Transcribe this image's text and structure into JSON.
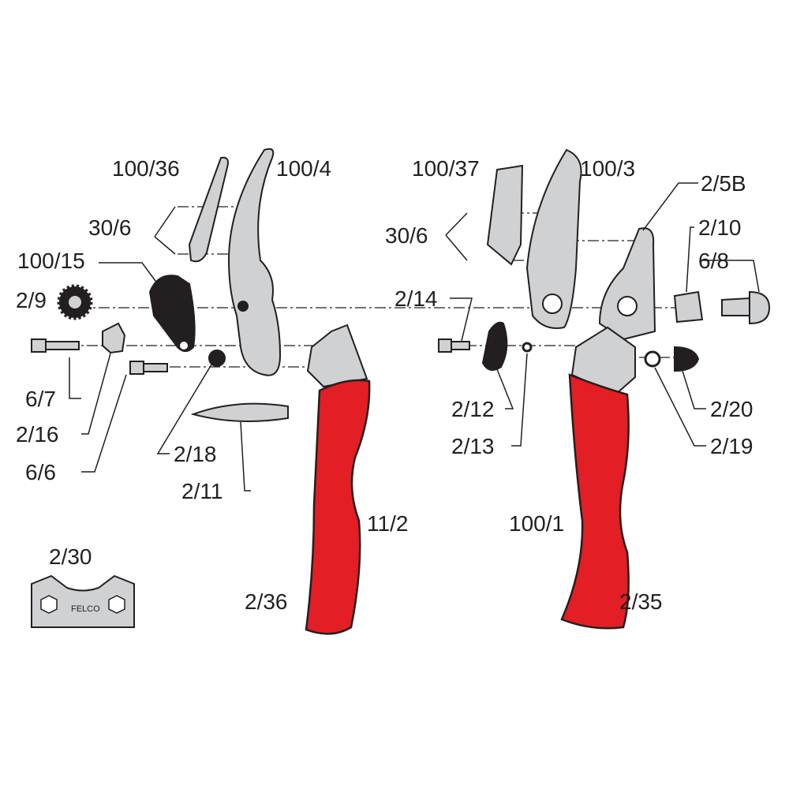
{
  "diagram": {
    "title": "Pruning shears exploded parts diagram",
    "colors": {
      "handle": "#e31e24",
      "metal": "#cfd1d3",
      "line": "#231f20"
    },
    "left_assembly": {
      "labels": {
        "blade_insert": "100/36",
        "blade": "100/4",
        "screws": "30/6",
        "plate": "100/15",
        "adjustment_wheel": "2/9",
        "bolt_long": "6/7",
        "latch": "2/16",
        "bolt_short": "6/6",
        "nut": "2/18",
        "spring": "2/11",
        "handle": "11/2",
        "handle_cover": "2/36"
      }
    },
    "right_assembly": {
      "labels": {
        "anvil_insert": "100/37",
        "anvil_blade": "100/3",
        "screws": "30/6",
        "head": "2/5B",
        "bushing": "2/10",
        "bolt": "6/8",
        "screw": "2/14",
        "catch": "2/12",
        "washer": "2/13",
        "cap": "2/20",
        "ring": "2/19",
        "handle": "100/1",
        "handle_cover": "2/35"
      }
    },
    "wrench": {
      "label": "2/30",
      "logo": "FELCO"
    }
  }
}
